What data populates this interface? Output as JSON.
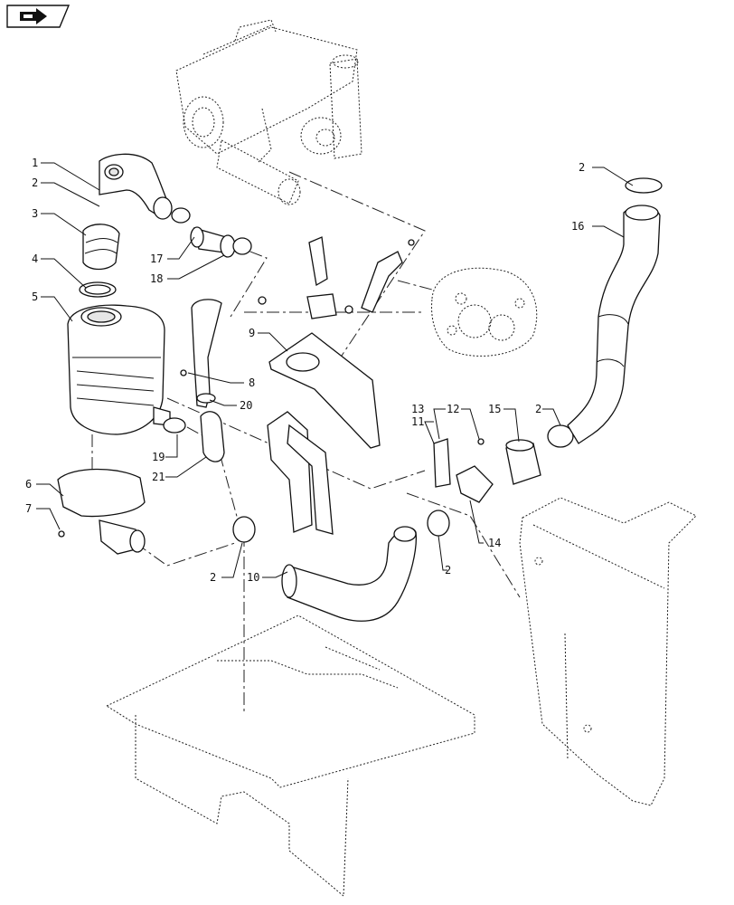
{
  "nav": {
    "icon": "next-page-arrow-icon"
  },
  "callouts": [
    {
      "id": "c1",
      "text": "1"
    },
    {
      "id": "c2a",
      "text": "2"
    },
    {
      "id": "c3",
      "text": "3"
    },
    {
      "id": "c4",
      "text": "4"
    },
    {
      "id": "c5",
      "text": "5"
    },
    {
      "id": "c6",
      "text": "6"
    },
    {
      "id": "c7",
      "text": "7"
    },
    {
      "id": "c17",
      "text": "17"
    },
    {
      "id": "c18",
      "text": "18"
    },
    {
      "id": "c9",
      "text": "9"
    },
    {
      "id": "c8",
      "text": "8"
    },
    {
      "id": "c20",
      "text": "20"
    },
    {
      "id": "c19",
      "text": "19"
    },
    {
      "id": "c21",
      "text": "21"
    },
    {
      "id": "c2b",
      "text": "2"
    },
    {
      "id": "c10",
      "text": "10"
    },
    {
      "id": "c13",
      "text": "13"
    },
    {
      "id": "c12",
      "text": "12"
    },
    {
      "id": "c11",
      "text": "11"
    },
    {
      "id": "c15",
      "text": "15"
    },
    {
      "id": "c2c",
      "text": "2"
    },
    {
      "id": "c14",
      "text": "14"
    },
    {
      "id": "c2d",
      "text": "2"
    },
    {
      "id": "c2e",
      "text": "2"
    },
    {
      "id": "c16",
      "text": "16"
    }
  ]
}
